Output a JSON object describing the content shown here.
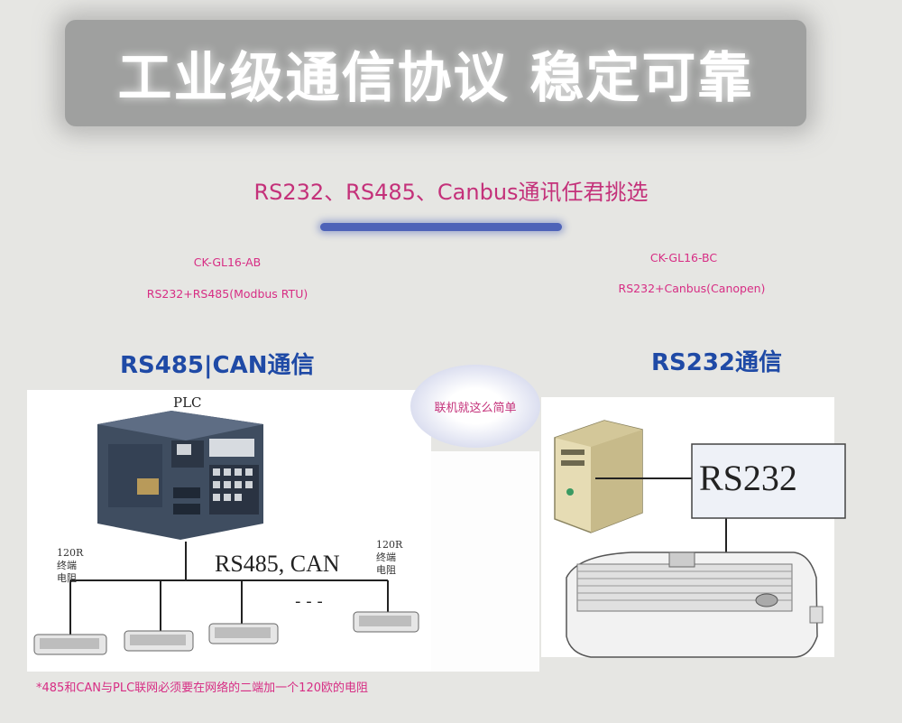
{
  "banner": {
    "title": "工业级通信协议 稳定可靠"
  },
  "subtitle": "RS232、RS485、Canbus通讯任君挑选",
  "left_model": {
    "name": "CK-GL16-AB",
    "spec": "RS232+RS485(Modbus RTU)"
  },
  "right_model": {
    "name": "CK-GL16-BC",
    "spec": "RS232+Canbus(Canopen)"
  },
  "left_heading": "RS485|CAN通信",
  "right_heading": "RS232通信",
  "bubble_text": "联机就这么简单",
  "left_diagram": {
    "plc_label": "PLC",
    "bus_label": "RS485, CAN",
    "ellipsis": "- - -",
    "resistor_left": {
      "line1": "120R",
      "line2": "终端",
      "line3": "电阻"
    },
    "resistor_right": {
      "line1": "120R",
      "line2": "终端",
      "line3": "电阻"
    }
  },
  "right_diagram": {
    "box_label": "RS232"
  },
  "footnote": "*485和CAN与PLC联网必须要在网络的二端加一个120欧的电阻",
  "colors": {
    "accent_pink": "#d72d84",
    "accent_blue": "#1f4aa6",
    "underline_blue": "#4e63b8"
  }
}
